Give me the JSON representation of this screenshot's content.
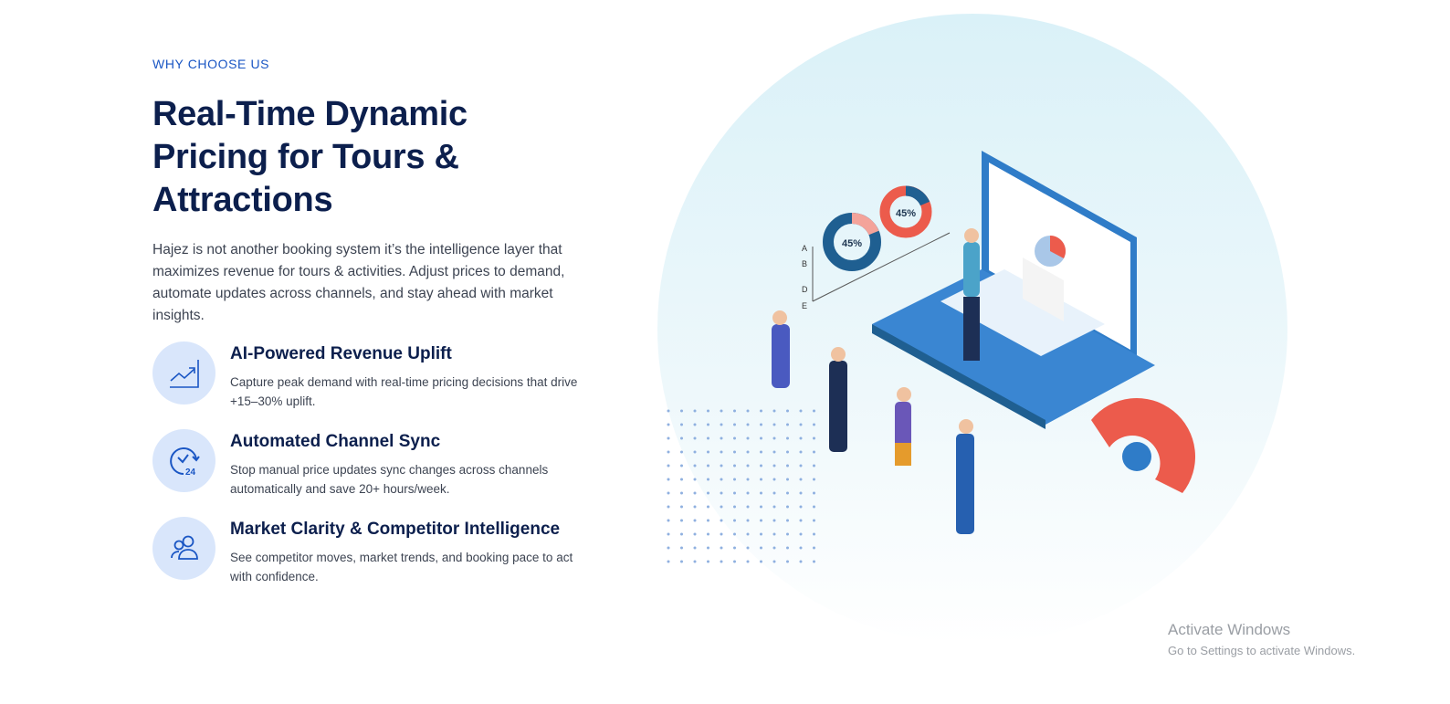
{
  "section": {
    "eyebrow": "WHY CHOOSE US",
    "title": "Real-Time Dynamic Pricing for Tours & Attractions",
    "lead": "Hajez is not another booking system it’s the intelligence layer that maximizes revenue for tours & activities. Adjust prices to demand, automate updates across channels, and stay ahead with market insights."
  },
  "features": [
    {
      "icon": "trend-up-chart-icon",
      "title": "AI-Powered Revenue Uplift",
      "text": "Capture peak demand with real-time pricing decisions that drive +15–30% uplift."
    },
    {
      "icon": "clock-24-sync-icon",
      "title": "Automated Channel Sync",
      "text": "Stop manual price updates sync changes across channels automatically and save 20+ hours/week."
    },
    {
      "icon": "users-icon",
      "title": "Market Clarity & Competitor Intelligence",
      "text": "See competitor moves, market trends, and booking pace to act with confidence."
    }
  ],
  "illustration": {
    "donut1": "45%",
    "donut2": "45%",
    "axis_letters": [
      "A",
      "B",
      "D",
      "E"
    ]
  },
  "watermark": {
    "title": "Activate Windows",
    "subtitle": "Go to Settings to activate Windows."
  },
  "colors": {
    "accent": "#1a56c4",
    "heading": "#0c1f4d",
    "icon_bg": "#d9e6fb"
  }
}
